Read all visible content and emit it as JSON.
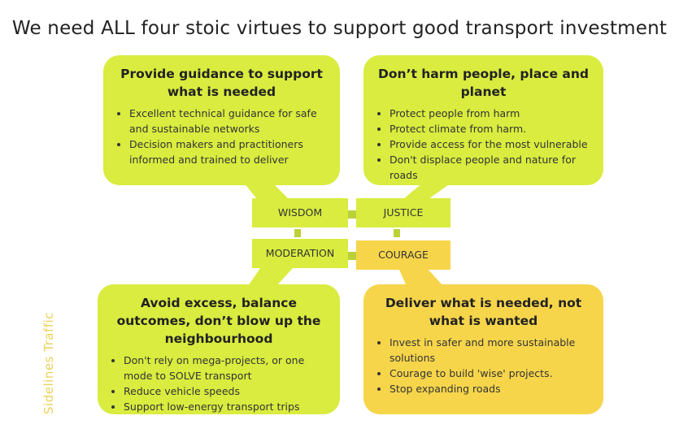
{
  "title": "We need ALL four stoic virtues to support good transport investment",
  "colors": {
    "green": "#d9ec3f",
    "yellow": "#f7d54b"
  },
  "virtues": {
    "wisdom": {
      "label": "WISDOM",
      "heading": "Provide guidance to support what is needed",
      "bullets": [
        "Excellent technical guidance for safe and sustainable networks",
        "Decision makers and practitioners informed and trained to deliver"
      ]
    },
    "justice": {
      "label": "JUSTICE",
      "heading": "Don’t harm people, place and planet",
      "bullets": [
        "Protect people from harm",
        "Protect climate from harm.",
        "Provide access for the most vulnerable",
        "Don't displace people and nature for roads"
      ]
    },
    "moderation": {
      "label": "MODERATION",
      "heading": "Avoid excess, balance outcomes, don’t blow up the neighbourhood",
      "bullets": [
        "Don't rely on mega-projects, or one mode to SOLVE transport",
        "Reduce vehicle speeds",
        "Support low-energy transport trips"
      ]
    },
    "courage": {
      "label": "COURAGE",
      "heading": "Deliver what is needed, not what is wanted",
      "bullets": [
        "Invest in safer and more sustainable solutions",
        "Courage to build 'wise' projects.",
        "Stop expanding roads"
      ]
    }
  },
  "watermark": "Sidelines Traffic"
}
